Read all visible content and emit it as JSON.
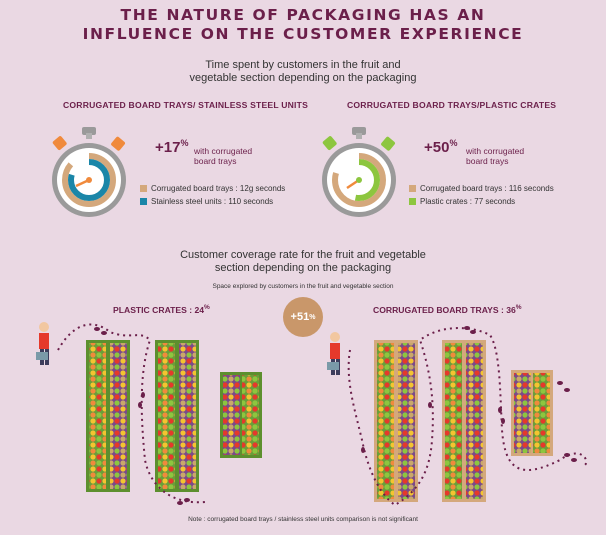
{
  "header": {
    "title_line1": "THE NATURE OF PACKAGING HAS AN",
    "title_line2": "INFLUENCE ON THE CUSTOMER EXPERIENCE"
  },
  "time_section": {
    "subtitle_line1": "Time spent by customers in the fruit and",
    "subtitle_line2": "vegetable section depending on the packaging",
    "left": {
      "heading": "CORRUGATED BOARD TRAYS/ STAINLESS STEEL UNITS",
      "pct_value": "+17",
      "pct_sign": "%",
      "pct_label_line1": "with corrugated",
      "pct_label_line2": "board trays",
      "legend": [
        {
          "label": "Corrugated board trays : 12g seconds",
          "color": "#d4a87c"
        },
        {
          "label": "Stainless steel units : 110 seconds",
          "color": "#1a86a8"
        }
      ]
    },
    "right": {
      "heading": "CORRUGATED BOARD TRAYS/PLASTIC CRATES",
      "pct_value": "+50",
      "pct_sign": "%",
      "pct_label_line1": "with corrugated",
      "pct_label_line2": "board trays",
      "legend": [
        {
          "label": "Corrugated board trays : 116 seconds",
          "color": "#d4a87c"
        },
        {
          "label": "Plastic crates : 77 seconds",
          "color": "#8dc63f"
        }
      ]
    }
  },
  "coverage_section": {
    "subtitle_line1": "Customer coverage rate for the fruit and vegetable",
    "subtitle_line2": "section depending on the packaging",
    "small_caption": "Space explored by customers in the fruit and vegetable section",
    "left_label": "PLASTIC CRATES : 24",
    "left_sup": "%",
    "right_label": "CORRUGATED BOARD TRAYS : 36",
    "right_sup": "%",
    "center_value": "+51",
    "center_sup": "%"
  },
  "footer": {
    "note": "Note : corrugated board trays  / stainless steel units comparison is not significant"
  },
  "colors": {
    "brand": "#6b1f4a",
    "tray": "#d4a87c",
    "steel": "#1a86a8",
    "plastic": "#8dc63f",
    "background": "#ead8e3"
  }
}
